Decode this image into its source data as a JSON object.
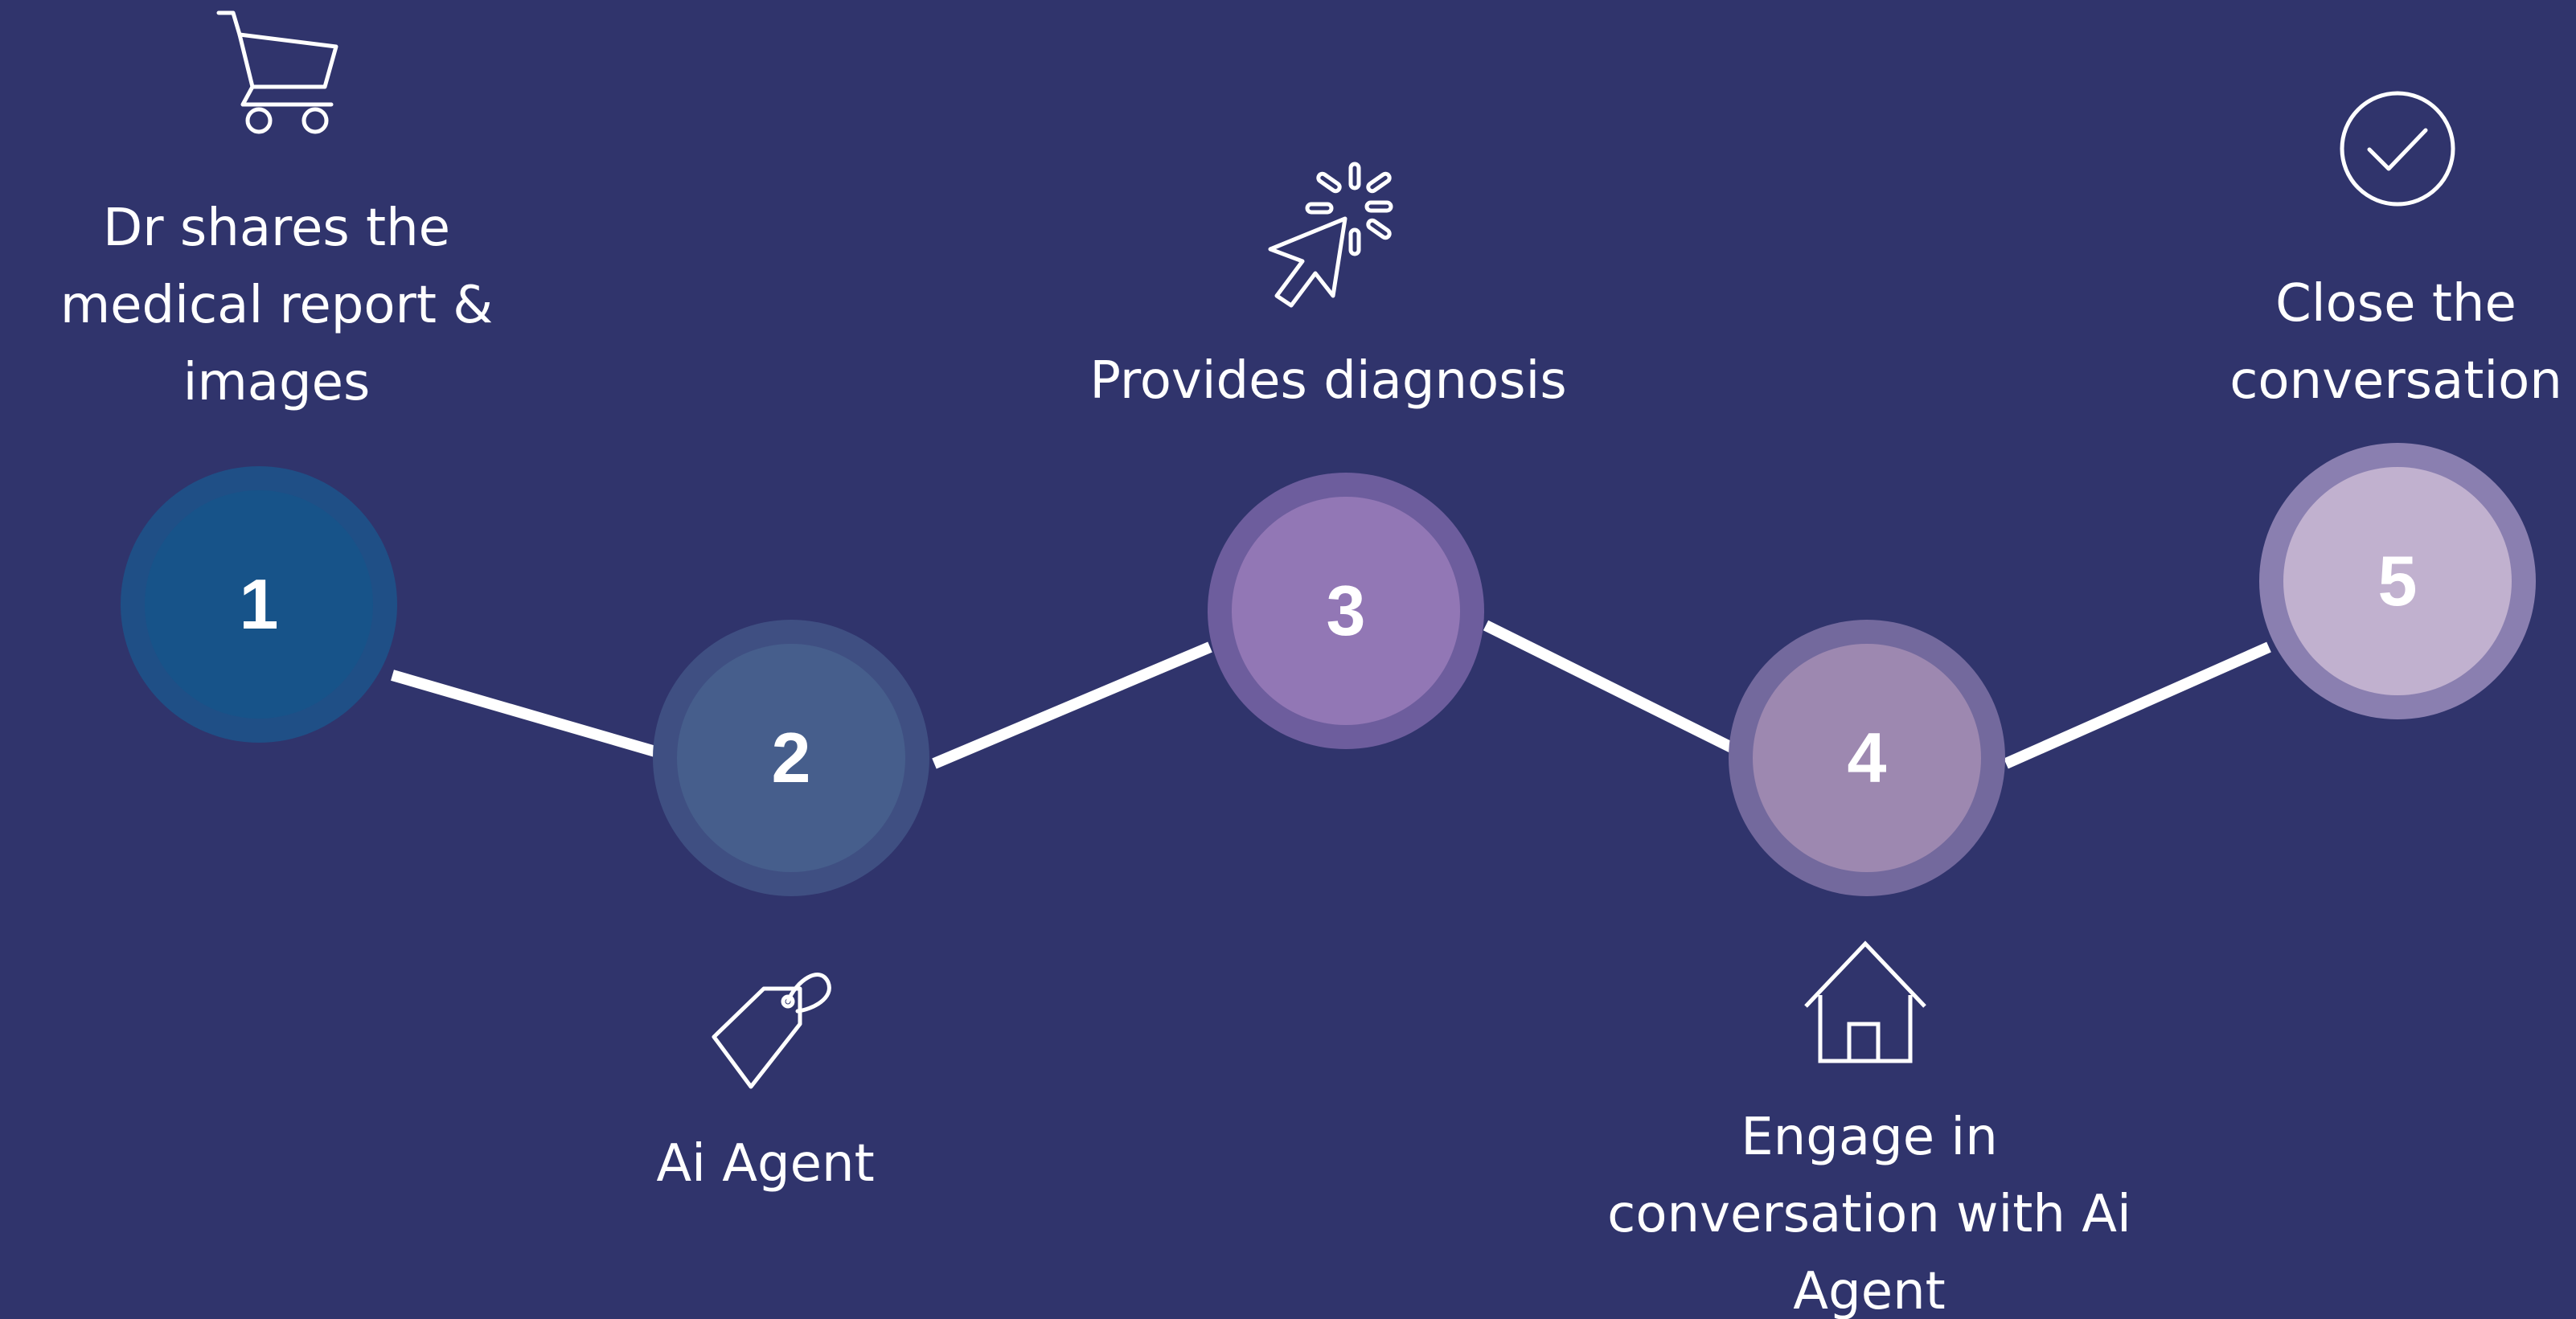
{
  "colors": {
    "background": "#30346c",
    "connector": "#ffffff",
    "text": "#ffffff"
  },
  "steps": [
    {
      "number": "1",
      "label": "Dr shares the medical report & images",
      "icon": "shopping-cart-icon",
      "ring_color": "#1f4f86",
      "fill_color": "#175389"
    },
    {
      "number": "2",
      "label": "Ai Agent",
      "icon": "price-tag-icon",
      "ring_color": "#3f4f82",
      "fill_color": "#465e8c"
    },
    {
      "number": "3",
      "label": "Provides diagnosis",
      "icon": "cursor-click-icon",
      "ring_color": "#6d5d9d",
      "fill_color": "#9277b5"
    },
    {
      "number": "4",
      "label": "Engage in conversation with Ai Agent",
      "icon": "home-icon",
      "ring_color": "#73699d",
      "fill_color": "#9d88b0"
    },
    {
      "number": "5",
      "label": "Close the conversation",
      "icon": "checkmark-circle-icon",
      "ring_color": "#8a7fb0",
      "fill_color": "#c1b1cf"
    }
  ]
}
